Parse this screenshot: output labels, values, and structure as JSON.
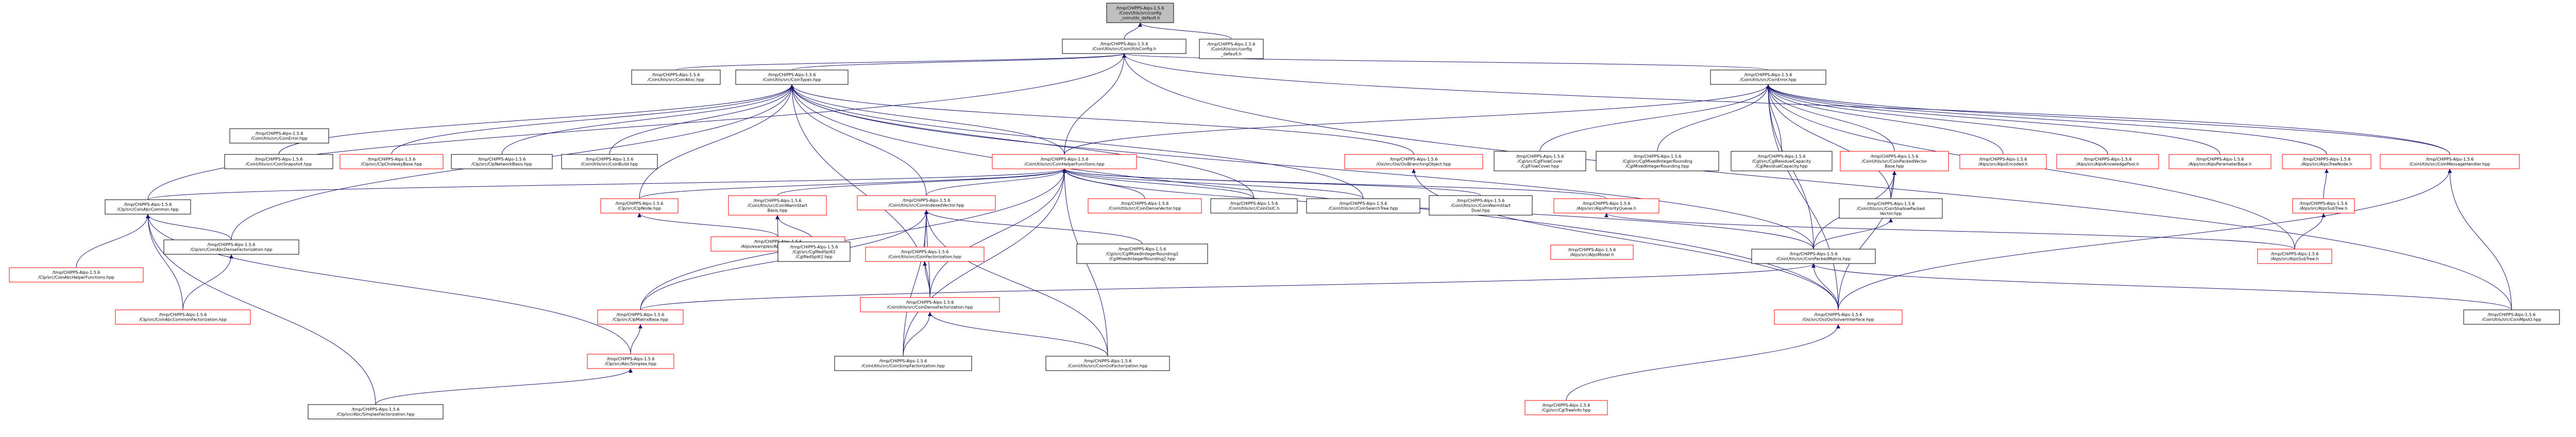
{
  "colors": {
    "root_fill": "#bfbfbf",
    "node_fill": "#ffffff",
    "border_black": "#000000",
    "border_red": "#ff0000",
    "edge": "#191970",
    "text": "#000000"
  },
  "nodes": [
    {
      "id": "root",
      "lines": [
        "/tmp/CHiPPS-Alps-1.5.6",
        "/Coin/Utils/src/config",
        "_coinutils_default.h"
      ],
      "style": "root"
    },
    {
      "id": "cfg",
      "lines": [
        "/tmp/CHiPPS-Alps-1.5.6",
        "/CoinUtils/src/CoinUtilsConfig.h"
      ],
      "style": "normal"
    },
    {
      "id": "cfgdef",
      "lines": [
        "/tmp/CHiPPS-Alps-1.5.6",
        "/CoinUtils/src/config",
        "_default.h"
      ],
      "style": "normal"
    },
    {
      "id": "coinalloc",
      "lines": [
        "/tmp/CHiPPS-Alps-1.5.6",
        "/CoinUtils/src/CoinAlloc.hpp"
      ],
      "style": "normal"
    },
    {
      "id": "cointypes",
      "lines": [
        "/tmp/CHiPPS-Alps-1.5.6",
        "/CoinUtils/src/CoinTypes.hpp"
      ],
      "style": "normal"
    },
    {
      "id": "coinerror",
      "lines": [
        "/tmp/CHiPPS-Alps-1.5.6",
        "/CoinUtils/src/CoinError.hpp"
      ],
      "style": "normal"
    },
    {
      "id": "coinsnapshot",
      "lines": [
        "/tmp/CHiPPS-Alps-1.5.6",
        "/CoinUtils/src/CoinSnapshot.hpp"
      ],
      "style": "normal"
    },
    {
      "id": "clpcholesky",
      "lines": [
        "/tmp/CHiPPS-Alps-1.5.6",
        "/Clp/src/ClpCholeskyBase.hpp"
      ],
      "style": "red"
    },
    {
      "id": "clpnetwork",
      "lines": [
        "/tmp/CHiPPS-Alps-1.5.6",
        "/Clp/src/ClpNetworkBasis.hpp"
      ],
      "style": "normal"
    },
    {
      "id": "coinbuild",
      "lines": [
        "/tmp/CHiPPS-Alps-1.5.6",
        "/CoinUtils/src/CoinBuild.hpp"
      ],
      "style": "normal"
    },
    {
      "id": "helper",
      "lines": [
        "/tmp/CHiPPS-Alps-1.5.6",
        "/CoinUtils/src/CoinHelperFunctions.hpp"
      ],
      "style": "red"
    },
    {
      "id": "osidrawing",
      "lines": [
        "/tmp/CHiPPS-Alps-1.5.6",
        "/Osi/src/Osi/OsiBranchingObject.hpp"
      ],
      "style": "red"
    },
    {
      "id": "cglflow",
      "lines": [
        "/tmp/CHiPPS-Alps-1.5.6",
        "/Cgl/src/CglFlowCover",
        "/CglFlowCover.hpp"
      ],
      "style": "normal"
    },
    {
      "id": "cglmixed",
      "lines": [
        "/tmp/CHiPPS-Alps-1.5.6",
        "/Cgl/src/CglMixedIntegerRounding",
        "/CglMixedIntegerRounding.hpp"
      ],
      "style": "normal"
    },
    {
      "id": "cglresidual",
      "lines": [
        "/tmp/CHiPPS-Alps-1.5.6",
        "/Cgl/src/CglResidualCapacity",
        "/CglResidualCapacity.hpp"
      ],
      "style": "normal"
    },
    {
      "id": "packedvecbase",
      "lines": [
        "/tmp/CHiPPS-Alps-1.5.6",
        "/CoinUtils/src/CoinPackedVector",
        "Base.hpp"
      ],
      "style": "red"
    },
    {
      "id": "coinerr2",
      "lines": [
        "/tmp/CHiPPS-Alps-1.5.6",
        "/CoinUtils/src/CoinError.hpp"
      ],
      "style": "normal"
    },
    {
      "id": "alpsencoded",
      "lines": [
        "/tmp/CHiPPS-Alps-1.5.6",
        "/Alps/src/AlpsEncoded.h"
      ],
      "style": "red"
    },
    {
      "id": "alpsknow",
      "lines": [
        "/tmp/CHiPPS-Alps-1.5.6",
        "/Alps/src/AlpsKnowledgePool.h"
      ],
      "style": "red"
    },
    {
      "id": "alpsparam",
      "lines": [
        "/tmp/CHiPPS-Alps-1.5.6",
        "/Alps/src/AlpsParameterBase.h"
      ],
      "style": "red"
    },
    {
      "id": "alpstreenode",
      "lines": [
        "/tmp/CHiPPS-Alps-1.5.6",
        "/Alps/src/AlpsTreeNode.h"
      ],
      "style": "red"
    },
    {
      "id": "msghandler",
      "lines": [
        "/tmp/CHiPPS-Alps-1.5.6",
        "/CoinUtils/src/CoinMessageHandler.hpp"
      ],
      "style": "red"
    },
    {
      "id": "clpmodelcommon",
      "lines": [
        "/tmp/CHiPPS-Alps-1.5.6",
        "/Clp/src/CoinAbcCommon.hpp"
      ],
      "style": "normal"
    },
    {
      "id": "clpnode",
      "lines": [
        "/tmp/CHiPPS-Alps-1.5.6",
        "/Clp/src/ClpNode.hpp"
      ],
      "style": "red"
    },
    {
      "id": "warmstartbasis",
      "lines": [
        "/tmp/CHiPPS-Alps-1.5.6",
        "/CoinUtils/src/CoinWarmStart",
        "Basis.hpp"
      ],
      "style": "red"
    },
    {
      "id": "indexedvector",
      "lines": [
        "/tmp/CHiPPS-Alps-1.5.6",
        "/CoinUtils/src/CoinIndexedVector.hpp"
      ],
      "style": "red"
    },
    {
      "id": "densevec",
      "lines": [
        "/tmp/CHiPPS-Alps-1.5.6",
        "/CoinUtils/src/CoinDenseVector.hpp"
      ],
      "style": "red"
    },
    {
      "id": "coinosic",
      "lines": [
        "/tmp/CHiPPS-Alps-1.5.6",
        "/CoinUtils/src/CoinOslC.h"
      ],
      "style": "normal"
    },
    {
      "id": "searchtree",
      "lines": [
        "/tmp/CHiPPS-Alps-1.5.6",
        "/CoinUtils/src/CoinSearchTree.hpp"
      ],
      "style": "normal"
    },
    {
      "id": "warmstartdual",
      "lines": [
        "/tmp/CHiPPS-Alps-1.5.6",
        "/CoinUtils/src/CoinWarmStart",
        "Dual.hpp"
      ],
      "style": "normal"
    },
    {
      "id": "alpspriority",
      "lines": [
        "/tmp/CHiPPS-Alps-1.5.6",
        "/Alps/src/AlpsPriorityQueue.h"
      ],
      "style": "red"
    },
    {
      "id": "shallowpacked",
      "lines": [
        "/tmp/CHiPPS-Alps-1.5.6",
        "/CoinUtils/src/CoinShallowPacked",
        "Vector.hpp"
      ],
      "style": "normal"
    },
    {
      "id": "alpssubtree",
      "lines": [
        "/tmp/CHiPPS-Alps-1.5.6",
        "/Alps/src/AlpsSubTree.h"
      ],
      "style": "red"
    },
    {
      "id": "abchelper",
      "lines": [
        "/tmp/CHiPPS-Alps-1.5.6",
        "/Clp/src/CoinAbcHelperFunctions.hpp"
      ],
      "style": "red"
    },
    {
      "id": "abcdense",
      "lines": [
        "/tmp/CHiPPS-Alps-1.5.6",
        "/Clp/src/CoinAbcDenseFactorization.hpp"
      ],
      "style": "normal"
    },
    {
      "id": "abcnodedesc",
      "lines": [
        "/tmp/CHiPPS-Alps-1.5.6",
        "/Alps/examples/Abc/AbcNodeDesc.h"
      ],
      "style": "red"
    },
    {
      "id": "cglratio",
      "lines": [
        "/tmp/CHiPPS-Alps-1.5.6",
        "/Cgl/src/CglRedSplit2",
        "/CglRedSplit2.hpp"
      ],
      "style": "normal"
    },
    {
      "id": "coinfactor",
      "lines": [
        "/tmp/CHiPPS-Alps-1.5.6",
        "/CoinUtils/src/CoinFactorization.hpp"
      ],
      "style": "red"
    },
    {
      "id": "cglmixed2",
      "lines": [
        "/tmp/CHiPPS-Alps-1.5.6",
        "/Cgl/src/CglMixedIntegerRounding2",
        "/CglMixedIntegerRounding2.hpp"
      ],
      "style": "normal"
    },
    {
      "id": "alpsmodel",
      "lines": [
        "/tmp/CHiPPS-Alps-1.5.6",
        "/Alps/src/AlpsModel.h"
      ],
      "style": "red"
    },
    {
      "id": "packedmatrix",
      "lines": [
        "/tmp/CHiPPS-Alps-1.5.6",
        "/CoinUtils/src/CoinPackedMatrix.hpp"
      ],
      "style": "normal"
    },
    {
      "id": "alpssubtree2",
      "lines": [
        "/tmp/CHiPPS-Alps-1.5.6",
        "/Alps/src/AlpsSubTree.h"
      ],
      "style": "red"
    },
    {
      "id": "commonfact",
      "lines": [
        "/tmp/CHiPPS-Alps-1.5.6",
        "/Clp/src/CoinAbcCommonFactorization.hpp"
      ],
      "style": "red"
    },
    {
      "id": "clpmatrixbase",
      "lines": [
        "/tmp/CHiPPS-Alps-1.5.6",
        "/Clp/src/ClpMatrixBase.hpp"
      ],
      "style": "red"
    },
    {
      "id": "densefact",
      "lines": [
        "/tmp/CHiPPS-Alps-1.5.6",
        "/CoinUtils/src/CoinDenseFactorization.hpp"
      ],
      "style": "red"
    },
    {
      "id": "osisolver",
      "lines": [
        "/tmp/CHiPPS-Alps-1.5.6",
        "/Osi/src/Osi/OsiSolverInterface.hpp"
      ],
      "style": "red"
    },
    {
      "id": "coinmpsio",
      "lines": [
        "/tmp/CHiPPS-Alps-1.5.6",
        "/CoinUtils/src/CoinMpsIO.hpp"
      ],
      "style": "normal"
    },
    {
      "id": "abcsimplex",
      "lines": [
        "/tmp/CHiPPS-Alps-1.5.6",
        "/Clp/src/Abc/Simplex.hpp"
      ],
      "style": "red"
    },
    {
      "id": "simpfact",
      "lines": [
        "/tmp/CHiPPS-Alps-1.5.6",
        "/CoinUtils/src/CoinSimpFactorization.hpp"
      ],
      "style": "normal"
    },
    {
      "id": "ozfact",
      "lines": [
        "/tmp/CHiPPS-Alps-1.5.6",
        "/CoinUtils/src/CoinOslFactorization.hpp"
      ],
      "style": "normal"
    },
    {
      "id": "cgltreeinfo",
      "lines": [
        "/tmp/CHiPPS-Alps-1.5.6",
        "/Cgl/src/CglTreeInfo.hpp"
      ],
      "style": "red"
    },
    {
      "id": "abcsimplexfact",
      "lines": [
        "/tmp/CHiPPS-Alps-1.5.6",
        "/Clp/src/Abc/SimplexFactorization.hpp"
      ],
      "style": "normal"
    }
  ]
}
